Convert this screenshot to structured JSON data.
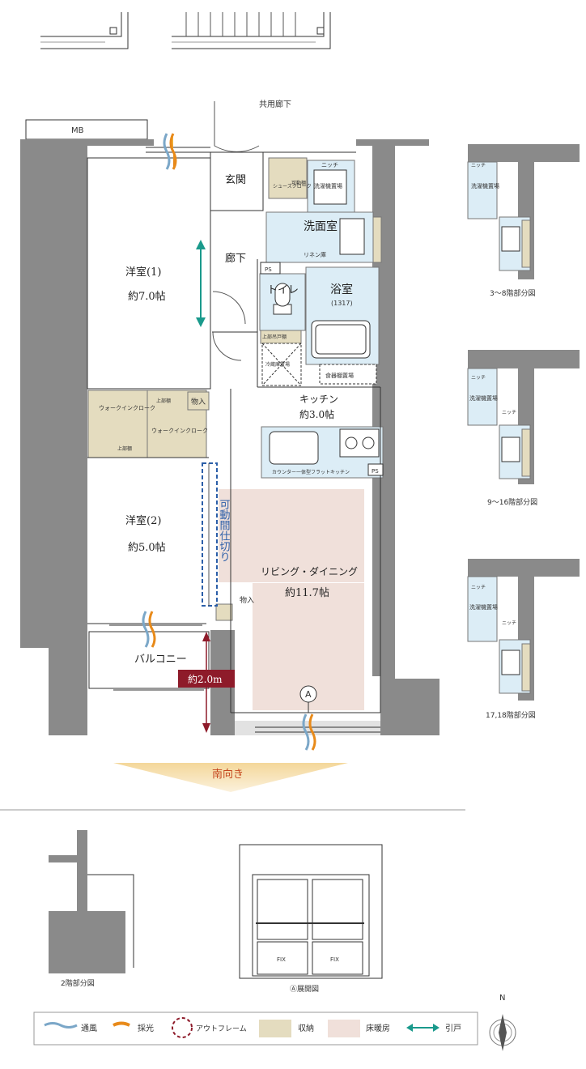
{
  "plan": {
    "corridor": "共用廊下",
    "mb": "MB",
    "entrance": "玄関",
    "shoes_closet": "シューズクローク",
    "movable_shelf": "可動棚",
    "niche": "ニッチ",
    "washer_area": "洗濯機置場",
    "washroom": "洗面室",
    "linen": "リネン庫",
    "hallway": "廊下",
    "ps": "PS",
    "toilet": "トイレ",
    "upper_shelf": "上部吊戸棚",
    "bath": "浴室",
    "bath_size": "(1317)",
    "fridge": "冷蔵庫置場",
    "cupboard": "食器棚置場",
    "room1": "洋室(1)",
    "room1_size": "約7.0帖",
    "kitchen": "キッチン",
    "kitchen_size": "約3.0帖",
    "wic": "ウォークインクローク",
    "upper": "上部棚",
    "storage": "物入",
    "counter": "カウンター一体型フラットキッチン",
    "room2": "洋室(2)",
    "room2_size": "約5.0帖",
    "partition": "可動間仕切り",
    "ld": "リビング・ダイニング",
    "ld_size": "約11.7帖",
    "balcony": "バルコニー",
    "balcony_depth": "約2.0m",
    "marker_a": "A",
    "south": "南向き"
  },
  "partials": {
    "p1": "3～8階部分図",
    "p2": "9～16階部分図",
    "p3": "17,18階部分図",
    "p4": "2階部分図",
    "elev": "Ⓐ展開図",
    "fix": "FIX"
  },
  "compass": "N",
  "legend": [
    {
      "icon": "wind-icon",
      "label": "通風"
    },
    {
      "icon": "light-icon",
      "label": "採光"
    },
    {
      "icon": "outframe-icon",
      "label": "アウトフレーム"
    },
    {
      "icon": "storage-swatch",
      "label": "収納",
      "color": "#e4dcbf"
    },
    {
      "icon": "floorheat-swatch",
      "label": "床暖房",
      "color": "#f0e0da"
    },
    {
      "icon": "sliding-door-icon",
      "label": "引戸",
      "color": "#1a9a8c"
    }
  ],
  "colors": {
    "wall": "#8a8a8a",
    "storage": "#e4dcbf",
    "floorheat": "#f0e0da",
    "wet": "#dcedf6",
    "accent_red": "#8e1b2a",
    "teal": "#1a9a8c",
    "orange": "#f0a020"
  }
}
